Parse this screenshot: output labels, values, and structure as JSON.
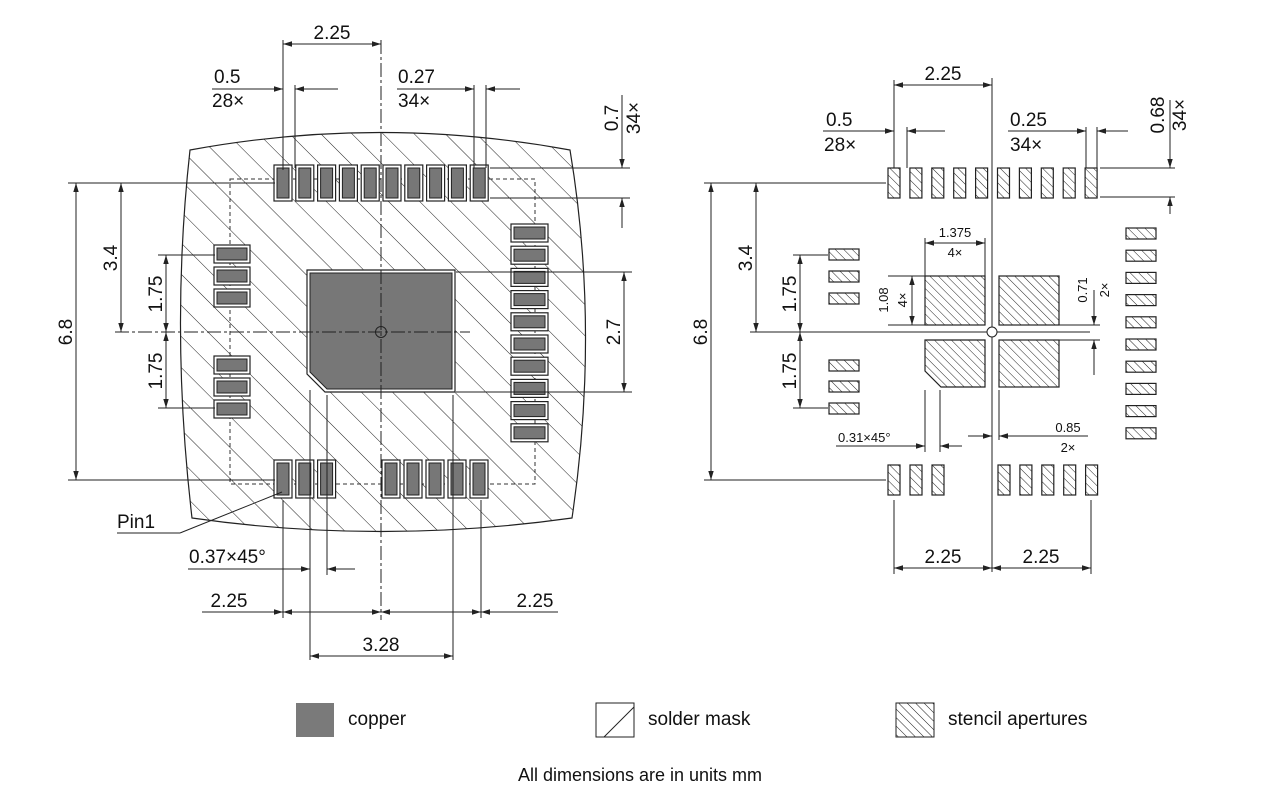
{
  "left": {
    "top_span": "2.25",
    "pad_width": "0.5",
    "pad_width_count": "28×",
    "pad_gap": "0.27",
    "pad_gap_count": "34×",
    "pad_len": "0.7",
    "pad_len_count": "34×",
    "height_half": "3.4",
    "height_full": "6.8",
    "side_upper": "1.75",
    "side_lower": "1.75",
    "ep_height": "2.7",
    "pin1": "Pin1",
    "chamfer": "0.37×45°",
    "bottom_left": "2.25",
    "bottom_right": "2.25",
    "ep_width": "3.28"
  },
  "right": {
    "top_span": "2.25",
    "pad_width": "0.5",
    "pad_width_count": "28×",
    "pad_gap": "0.25",
    "pad_gap_count": "34×",
    "pad_len": "0.68",
    "pad_len_count": "34×",
    "height_half": "3.4",
    "height_full": "6.8",
    "side_upper": "1.75",
    "side_lower": "1.75",
    "aperture_w": "1.375",
    "aperture_w_count": "4×",
    "aperture_h": "1.08",
    "aperture_h_count": "4×",
    "aperture_gap_v": "0.71",
    "aperture_gap_v_count": "2×",
    "chamfer": "0.31×45°",
    "aperture_gap_h": "0.85",
    "aperture_gap_h_count": "2×",
    "bottom_left": "2.25",
    "bottom_right": "2.25"
  },
  "legend": {
    "copper": "copper",
    "solder_mask": "solder mask",
    "stencil": "stencil apertures",
    "copper_color": "#7a7a7a"
  },
  "footer": "All dimensions are in units mm"
}
